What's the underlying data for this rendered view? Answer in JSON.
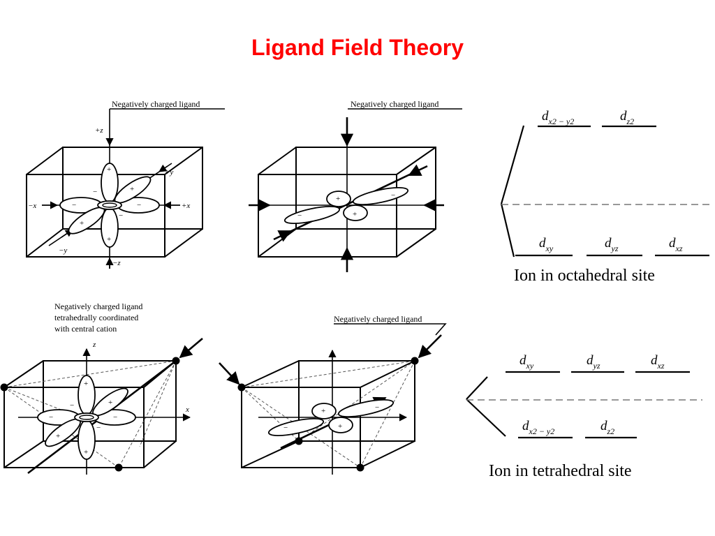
{
  "title": "Ligand Field Theory",
  "panels": {
    "oct_left": {
      "ligand_label": "Negatively charged ligand",
      "axes": {
        "pz": "+z",
        "mz": "−z",
        "px": "+x",
        "mx": "−x",
        "py": "+y",
        "my": "−y"
      }
    },
    "oct_right": {
      "ligand_label": "Negatively charged ligand"
    },
    "tet_left": {
      "ligand_label_lines": [
        "Negatively charged ligand",
        "tetrahedrally coordinated",
        "with central cation"
      ],
      "axes": {
        "z": "z",
        "x": "x"
      }
    },
    "tet_right": {
      "ligand_label": "Negatively charged ligand"
    },
    "signs": {
      "plus": "+",
      "minus": "−"
    }
  },
  "oct_levels": {
    "upper": [
      {
        "base": "d",
        "sub": "x2 − y2"
      },
      {
        "base": "d",
        "sub": "z2"
      }
    ],
    "lower": [
      {
        "base": "d",
        "sub": "xy"
      },
      {
        "base": "d",
        "sub": "yz"
      },
      {
        "base": "d",
        "sub": "xz"
      }
    ],
    "caption": "Ion in octahedral site"
  },
  "tet_levels": {
    "upper": [
      {
        "base": "d",
        "sub": "xy"
      },
      {
        "base": "d",
        "sub": "yz"
      },
      {
        "base": "d",
        "sub": "xz"
      }
    ],
    "lower": [
      {
        "base": "d",
        "sub": "x2 − y2"
      },
      {
        "base": "d",
        "sub": "z2"
      }
    ],
    "caption": "Ion in tetrahedral site"
  }
}
